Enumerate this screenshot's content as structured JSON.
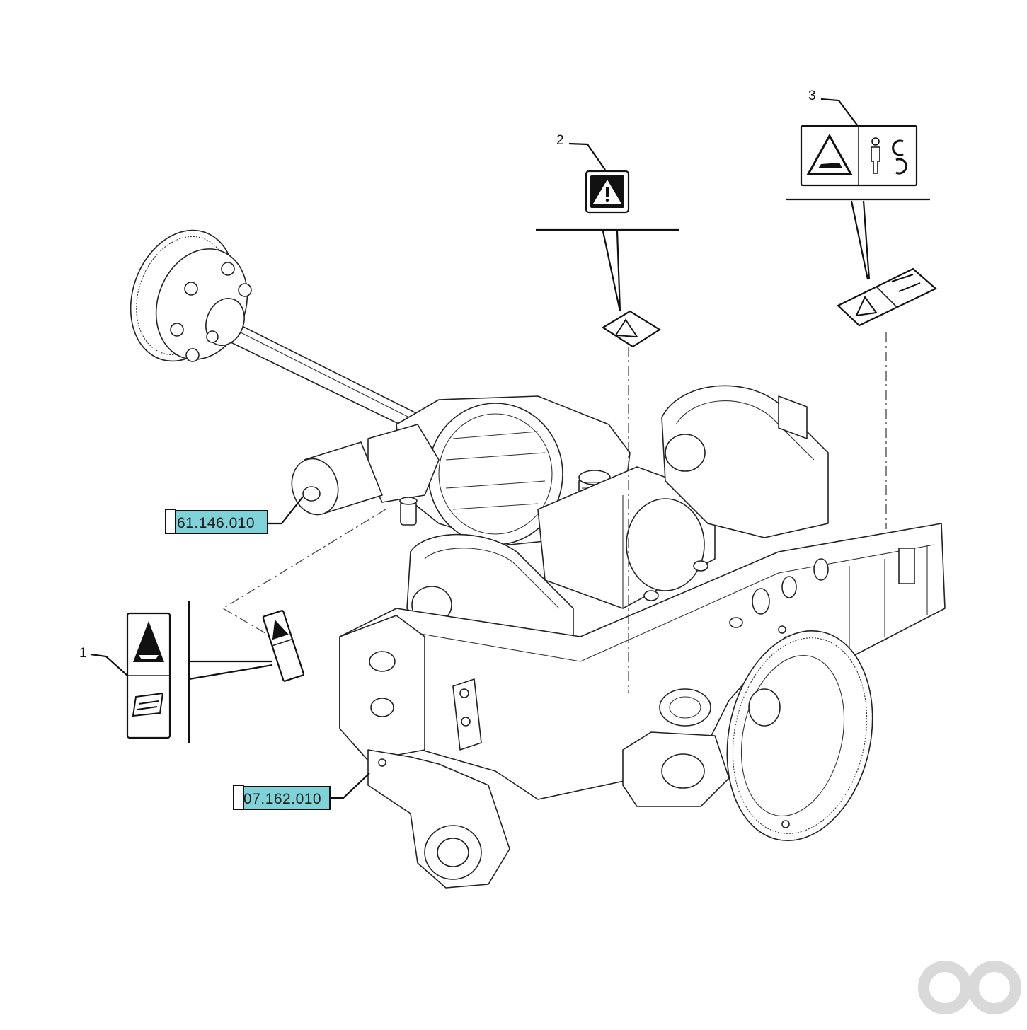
{
  "callouts": [
    {
      "id": "1",
      "label": "1"
    },
    {
      "id": "2",
      "label": "2"
    },
    {
      "id": "3",
      "label": "3"
    }
  ],
  "references": [
    {
      "id": "ref-top",
      "text": "61.146.010"
    },
    {
      "id": "ref-bottom",
      "text": "07.162.010"
    }
  ],
  "icons": [
    "warning-triangle-icon",
    "crush-hazard-icon",
    "person-icon",
    "rotation-arrows-icon",
    "manual-book-icon",
    "watermark-logo-icon"
  ],
  "colors": {
    "reference_highlight": "#7fd3d8",
    "line": "#222222",
    "background": "#ffffff",
    "watermark": "#d9d9d9"
  }
}
